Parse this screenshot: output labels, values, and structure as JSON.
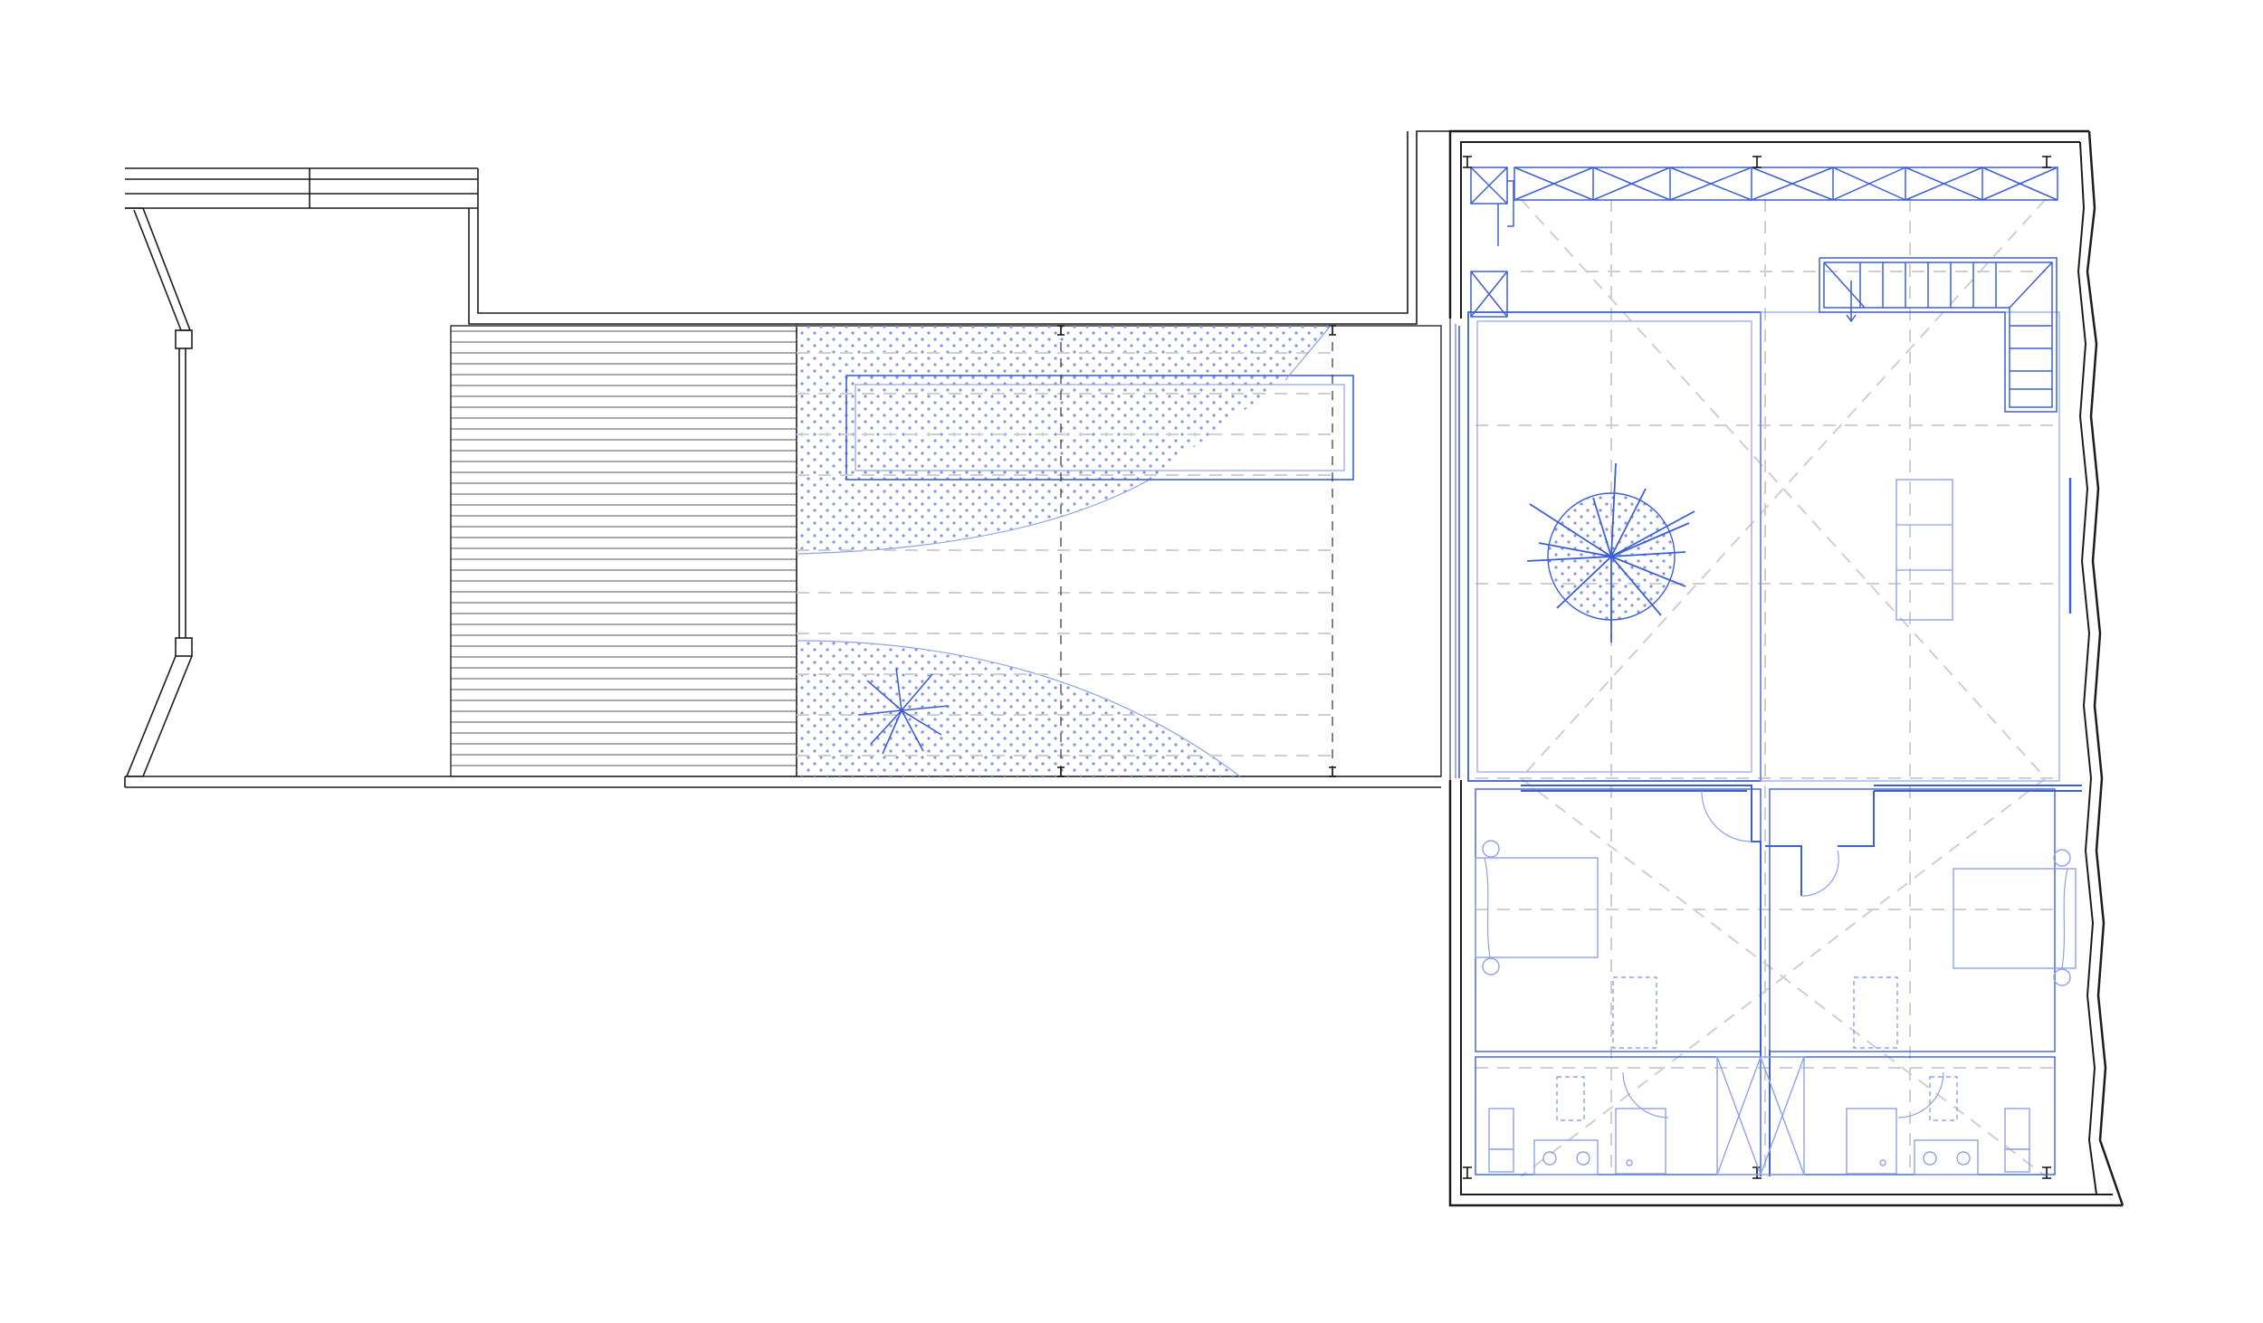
{
  "drawing": {
    "type": "architectural-floor-plan",
    "text_labels": [],
    "colors": {
      "background": "#ffffff",
      "structure": "#1c1c1c",
      "interior": "#3d5fd6",
      "interior_light": "#8fa2e8",
      "hidden_lines": "#cfcfcf"
    }
  },
  "legend": {
    "regions": [
      "terrace-deck",
      "garden-patio",
      "courtyard",
      "living-area",
      "bedroom-left",
      "bedroom-right",
      "bathroom-left",
      "bathroom-right",
      "staircase",
      "corridor"
    ]
  }
}
